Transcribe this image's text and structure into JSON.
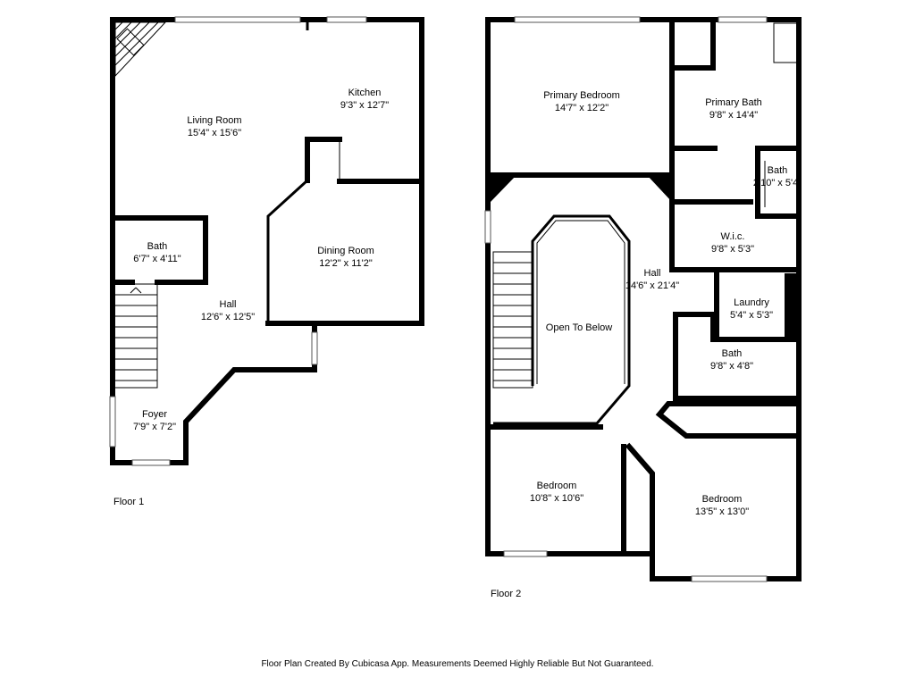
{
  "floors": [
    {
      "caption": "Floor 1",
      "rooms": [
        {
          "name": "Living Room",
          "size": "15'4\" x 15'6\""
        },
        {
          "name": "Kitchen",
          "size": "9'3\" x 12'7\""
        },
        {
          "name": "Dining Room",
          "size": "12'2\" x 11'2\""
        },
        {
          "name": "Bath",
          "size": "6'7\" x 4'11\""
        },
        {
          "name": "Hall",
          "size": "12'6\" x 12'5\""
        },
        {
          "name": "Foyer",
          "size": "7'9\" x 7'2\""
        }
      ]
    },
    {
      "caption": "Floor 2",
      "rooms": [
        {
          "name": "Primary Bedroom",
          "size": "14'7\" x 12'2\""
        },
        {
          "name": "Primary Bath",
          "size": "9'8\" x 14'4\""
        },
        {
          "name": "Bath",
          "size": "2'10\" x 5'4\""
        },
        {
          "name": "W.i.c.",
          "size": "9'8\" x 5'3\""
        },
        {
          "name": "Hall",
          "size": "14'6\" x 21'4\""
        },
        {
          "name": "Open To Below",
          "size": ""
        },
        {
          "name": "Laundry",
          "size": "5'4\" x 5'3\""
        },
        {
          "name": "Bath",
          "size": "9'8\" x 4'8\""
        },
        {
          "name": "Bedroom",
          "size": "10'8\" x 10'6\""
        },
        {
          "name": "Bedroom",
          "size": "13'5\" x 13'0\""
        }
      ]
    }
  ],
  "footer": "Floor Plan Created By Cubicasa App. Measurements Deemed Highly Reliable But Not Guaranteed."
}
